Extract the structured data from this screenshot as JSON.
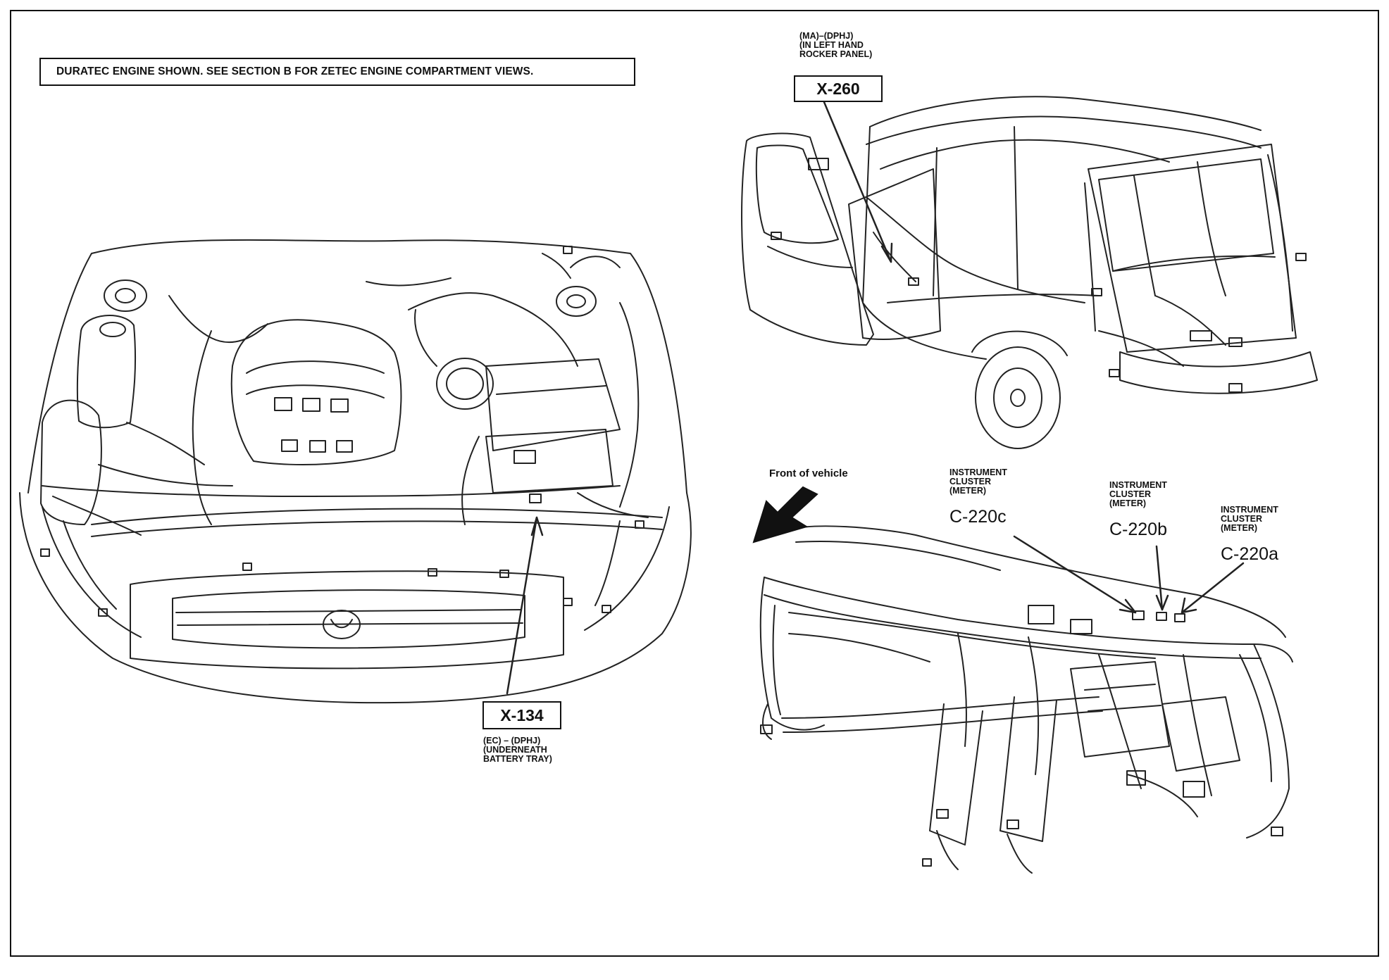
{
  "note": "DURATEC ENGINE SHOWN. SEE SECTION B FOR ZETEC ENGINE COMPARTMENT VIEWS.",
  "connectors": {
    "x260": {
      "id": "X-260",
      "desc": [
        "(MA)–(DPHJ)",
        "(IN LEFT HAND",
        "ROCKER PANEL)"
      ]
    },
    "x134": {
      "id": "X-134",
      "desc": [
        "(EC) – (DPHJ)",
        "(UNDERNEATH",
        "BATTERY TRAY)"
      ]
    },
    "c220c": {
      "id": "C-220c",
      "desc": [
        "INSTRUMENT",
        "CLUSTER",
        "(METER)"
      ]
    },
    "c220b": {
      "id": "C-220b",
      "desc": [
        "INSTRUMENT",
        "CLUSTER",
        "(METER)"
      ]
    },
    "c220a": {
      "id": "C-220a",
      "desc": [
        "INSTRUMENT",
        "CLUSTER",
        "(METER)"
      ]
    }
  },
  "front_of_vehicle": "Front of vehicle"
}
